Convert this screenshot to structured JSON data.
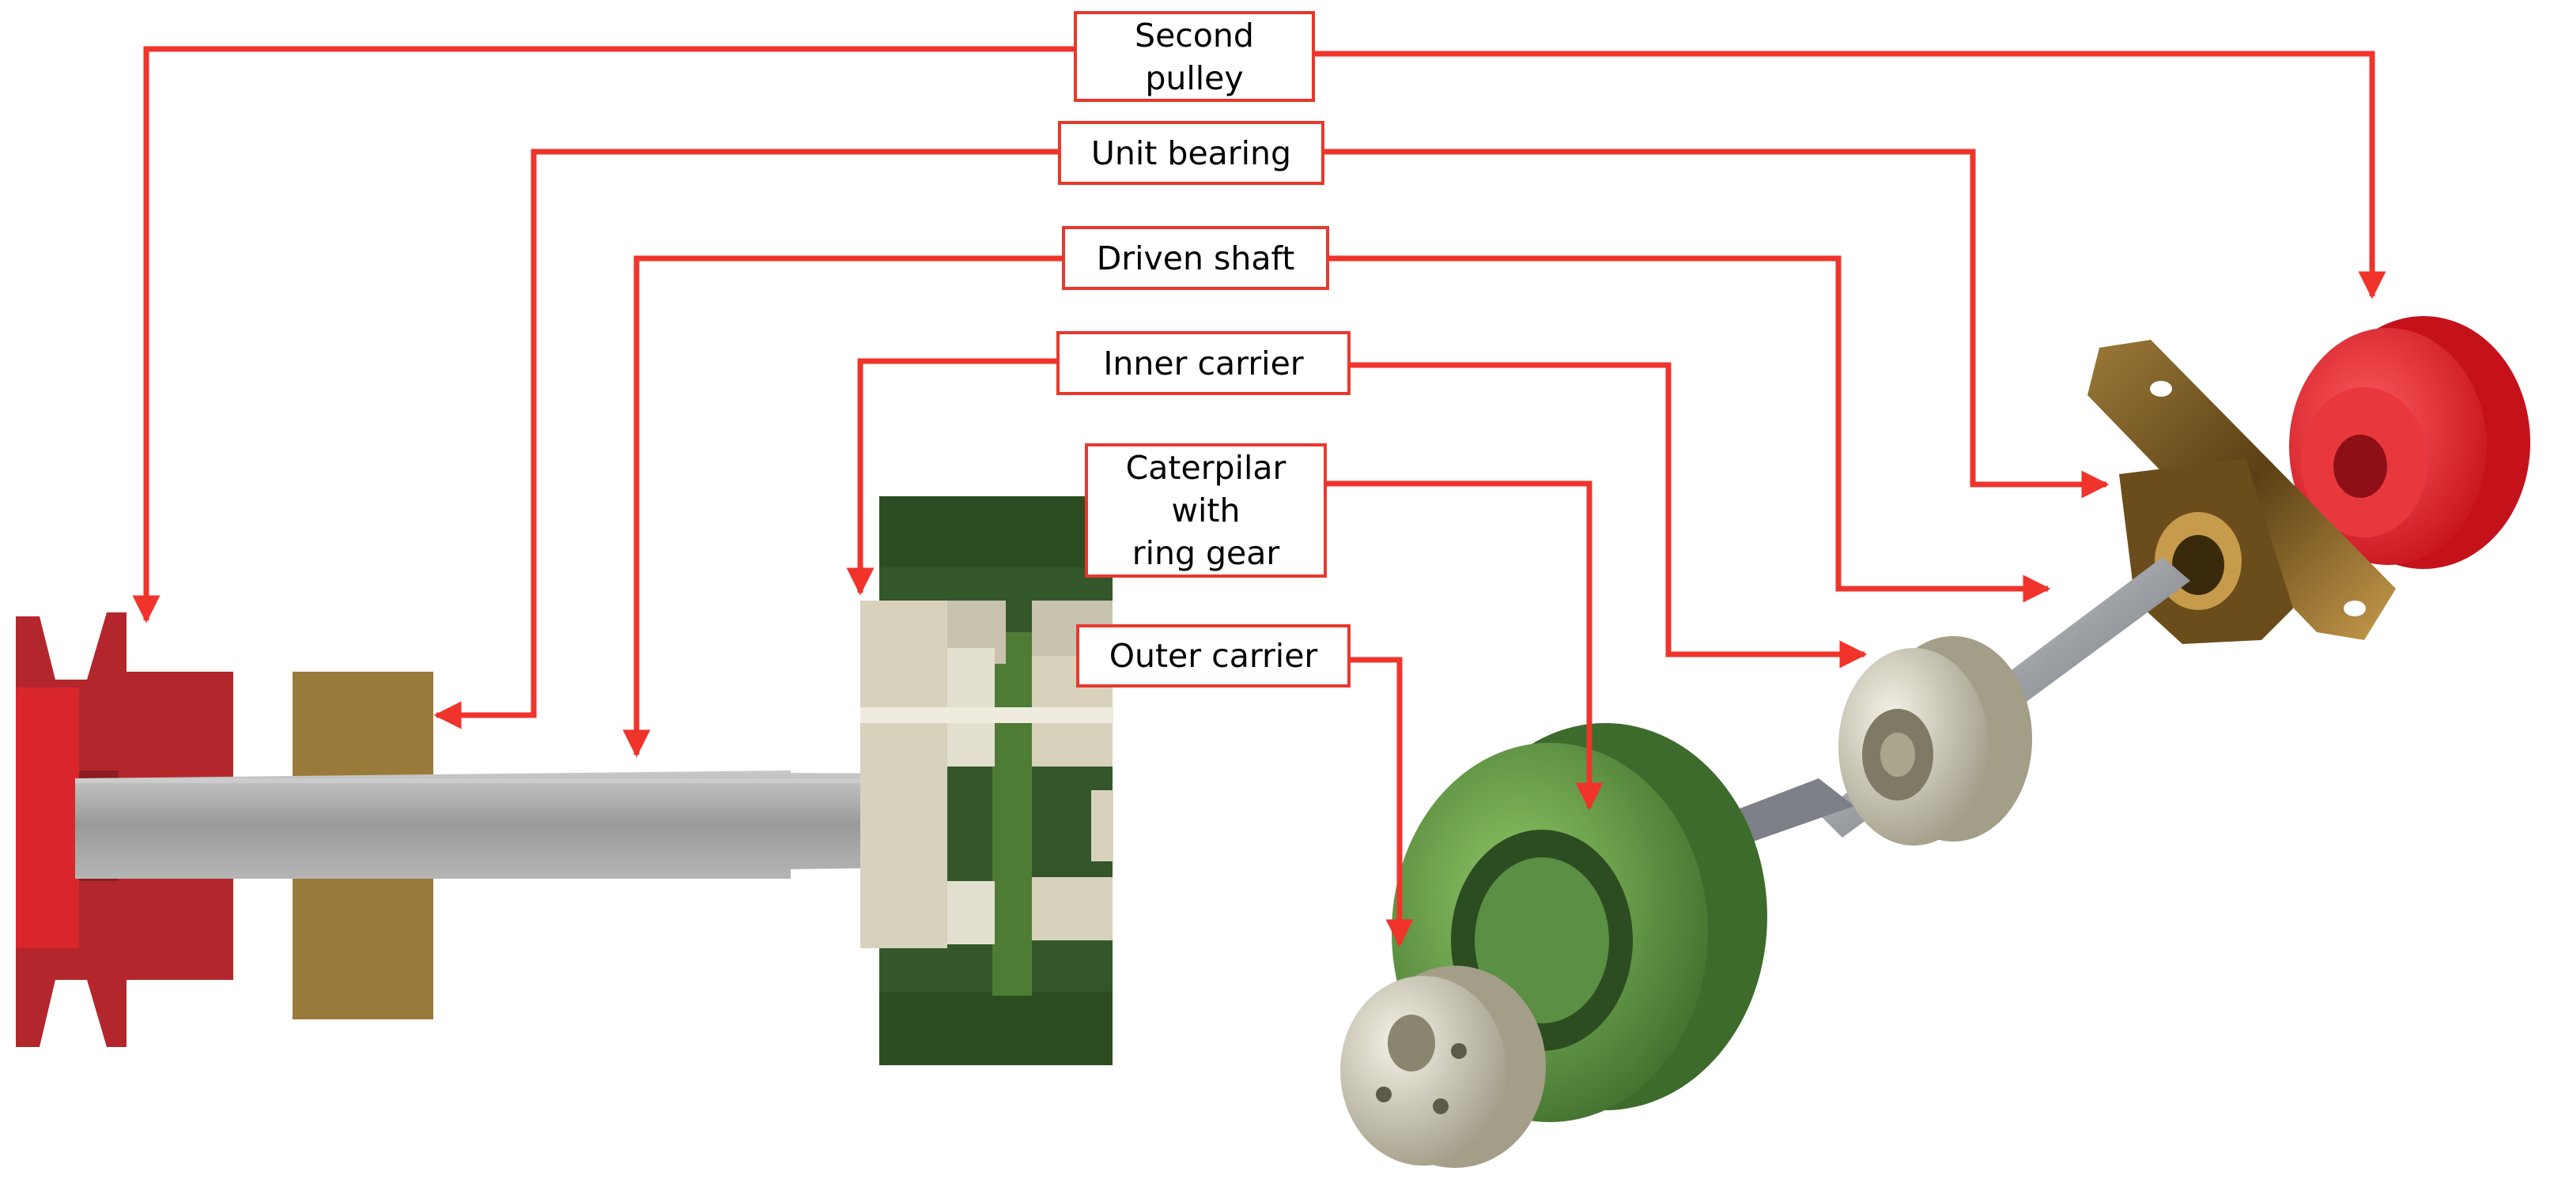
{
  "colors": {
    "leader": "#f0342b",
    "pulley": "#e1202a",
    "pulley_dark": "#b3272c",
    "bearing": "#7a5a22",
    "bearing_section": "#9a7a3a",
    "shaft": "#a6a6a6",
    "carrier": "#d8d2bd",
    "caterpillar": "#4f8a3a",
    "caterpillar_dark": "#33572a"
  },
  "labels": {
    "second_pulley": "Second\npulley",
    "unit_bearing": "Unit bearing",
    "driven_shaft": "Driven shaft",
    "inner_carrier": "Inner carrier",
    "caterpillar": "Caterpilar\nwith\nring gear",
    "outer_carrier": "Outer carrier"
  }
}
